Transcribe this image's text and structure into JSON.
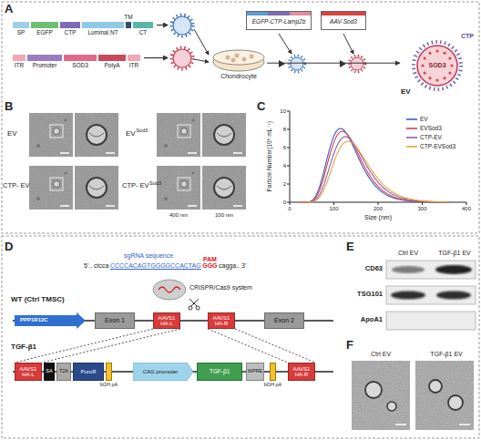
{
  "diagram": {
    "nodes": [
      {
        "text": [
          "SP"
        ]
      },
      {
        "text": [
          "EGFP"
        ]
      },
      {
        "text": [
          "CTP"
        ]
      },
      {
        "text": [
          "Luminal NT"
        ]
      },
      {
        "text": [
          "TM"
        ]
      },
      {
        "text": [
          "CT"
        ]
      },
      {
        "text": [
          "ITR"
        ]
      },
      {
        "text": [
          "Promoter"
        ]
      },
      {
        "text": [
          "SOD3"
        ]
      },
      {
        "text": [
          "PolyA"
        ]
      },
      {
        "text": [
          "ITR"
        ]
      },
      {
        "text": [
          "EGFP-CTP-Lamp2b"
        ]
      },
      {
        "text": [
          "AAV-Sod3"
        ]
      },
      {
        "text": [
          "Chondrocyte"
        ]
      },
      {
        "text": [
          "CTP",
          "SOD3",
          "EV"
        ]
      },
      {
        "text": [
          "Exon 1"
        ]
      },
      {
        "text": [
          "AAVS1 HA-L"
        ]
      },
      {
        "text": [
          "AAVS1 HA-R"
        ]
      },
      {
        "text": [
          "Exon 2"
        ]
      },
      {
        "text": [
          "AAVS1 HA-L"
        ]
      },
      {
        "text": [
          "SA"
        ]
      },
      {
        "text": [
          "T2A"
        ]
      },
      {
        "text": [
          "PuroR"
        ]
      },
      {
        "text": [
          "bGH pA"
        ]
      },
      {
        "text": [
          "CAG promoter"
        ]
      },
      {
        "text": [
          "TGF-β1"
        ]
      },
      {
        "text": [
          "WPRE"
        ]
      },
      {
        "text": [
          "bGH pA"
        ]
      },
      {
        "text": [
          "AAVS1 HA-R"
        ]
      }
    ],
    "edges": [
      {
        "from": 13,
        "to": 14,
        "arrow": "to"
      },
      {
        "from": 16,
        "to": 19,
        "arrow": "none"
      },
      {
        "from": 17,
        "to": 28,
        "arrow": "none"
      }
    ],
    "labels": [
      "A",
      "B",
      "EV",
      "CTP- EV",
      "EV",
      "Sod3",
      "CTP- EV",
      "Sod3",
      "400 nm",
      "100 nm",
      "C",
      "Particle Number(10⁸ mL⁻¹)",
      "Size (nm)",
      "0",
      "100",
      "200",
      "300",
      "400",
      "0",
      "2",
      "4",
      "6",
      "8",
      "10",
      "D",
      "sgRNA sequence",
      "5'.. ctcca",
      "CCCCACAGTGGGGCCACTAG",
      "GGG",
      "cagga.. 3'",
      "PAM",
      "CRISPR/Cas9 system",
      "WT (Ctrl TMSC)",
      "PPP1R12C",
      "TGF-β1",
      "E",
      "Ctrl EV",
      "TGF-β1 EV",
      "CD63",
      "TSG101",
      "ApoA1",
      "F",
      "Ctrl EV",
      "TGF-β1 EV"
    ],
    "legend": [
      {
        "text": "EV",
        "color": "#3a5fcd"
      },
      {
        "text": "EVSod3",
        "color": "#d9413f"
      },
      {
        "text": "CTP-EV",
        "color": "#8a5fb0"
      },
      {
        "text": "CTP-EVSod3",
        "color": "#e9a43a"
      }
    ]
  }
}
